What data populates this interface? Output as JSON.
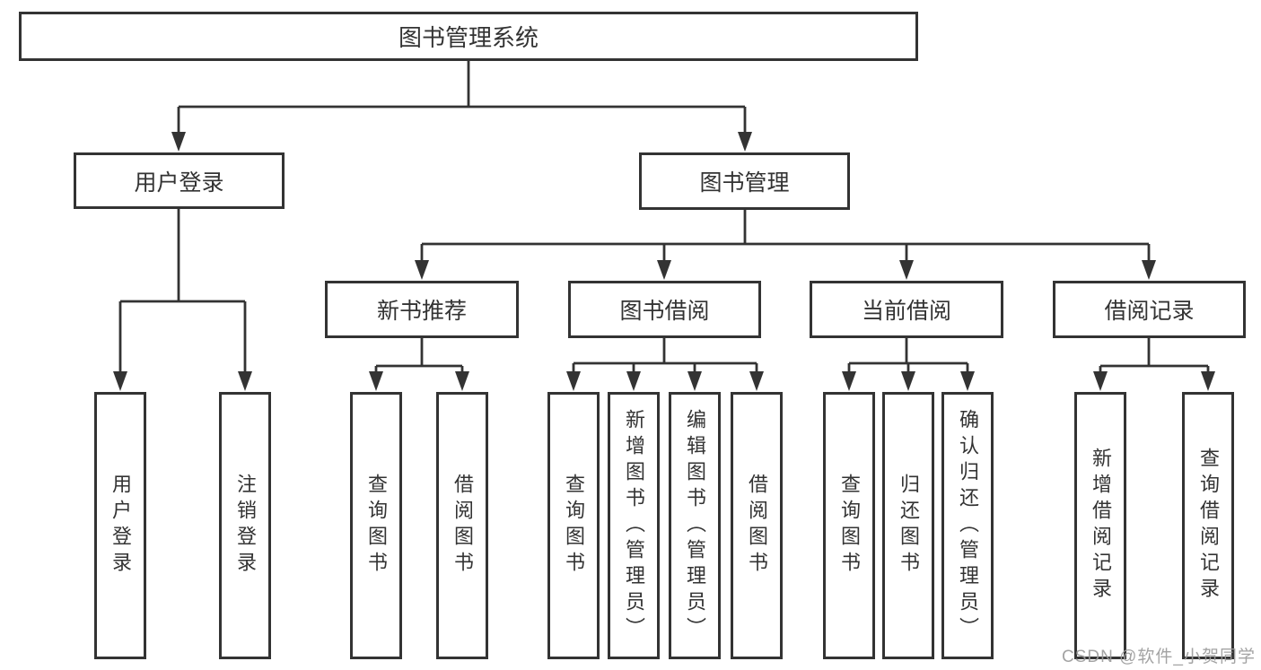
{
  "tree": {
    "root": {
      "label": "图书管理系统"
    },
    "branches": [
      {
        "label": "用户登录",
        "children": [
          {
            "label": "用户登录"
          },
          {
            "label": "注销登录"
          }
        ]
      },
      {
        "label": "图书管理",
        "children": [
          {
            "label": "新书推荐",
            "children": [
              {
                "label": "查询图书"
              },
              {
                "label": "借阅图书"
              }
            ]
          },
          {
            "label": "图书借阅",
            "children": [
              {
                "label": "查询图书"
              },
              {
                "label": "新增图书（管理员）"
              },
              {
                "label": "编辑图书（管理员）"
              },
              {
                "label": "借阅图书"
              }
            ]
          },
          {
            "label": "当前借阅",
            "children": [
              {
                "label": "查询图书"
              },
              {
                "label": "归还图书"
              },
              {
                "label": "确认归还（管理员）"
              }
            ]
          },
          {
            "label": "借阅记录",
            "children": [
              {
                "label": "新增借阅记录"
              },
              {
                "label": "查询借阅记录"
              }
            ]
          }
        ]
      }
    ]
  },
  "watermark": "CSDN @软件_小贺同学",
  "colors": {
    "line": "#333333",
    "text": "#333333",
    "box_background": "#ffffff",
    "page_background": "#ffffff",
    "watermark": "#9c9c9c"
  }
}
